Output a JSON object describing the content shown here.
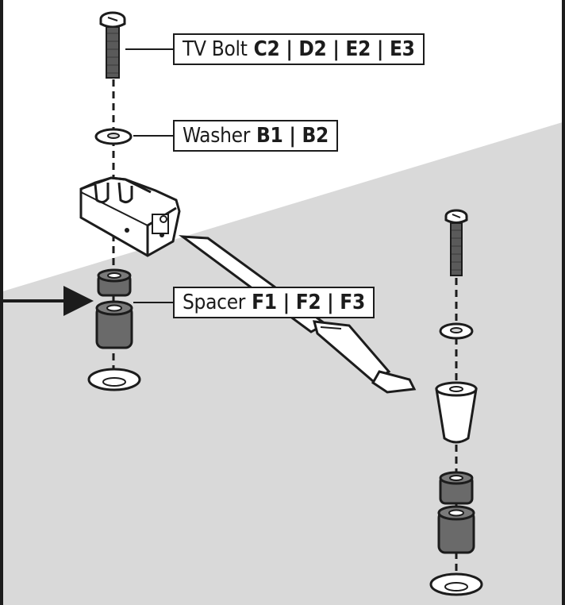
{
  "labels": {
    "tv_bolt": {
      "name": "TV Bolt",
      "codes": "C2 | D2 | E2 | E3"
    },
    "washer": {
      "name": "Washer",
      "codes": "B1 | B2"
    },
    "spacer": {
      "name": "Spacer",
      "codes": "F1 | F2 | F3"
    }
  },
  "colors": {
    "background": "#ffffff",
    "wall_shade": "#d9d9d9",
    "outline": "#1c1c1c",
    "spacer_fill": "#6a6a6a",
    "bolt_shank": "#5a5a5a"
  },
  "icons": [
    "tv-bolt-icon",
    "washer-icon",
    "bracket-icon",
    "spacer-icon",
    "mounting-hole-icon",
    "arrow-icon",
    "cone-spacer-icon"
  ]
}
